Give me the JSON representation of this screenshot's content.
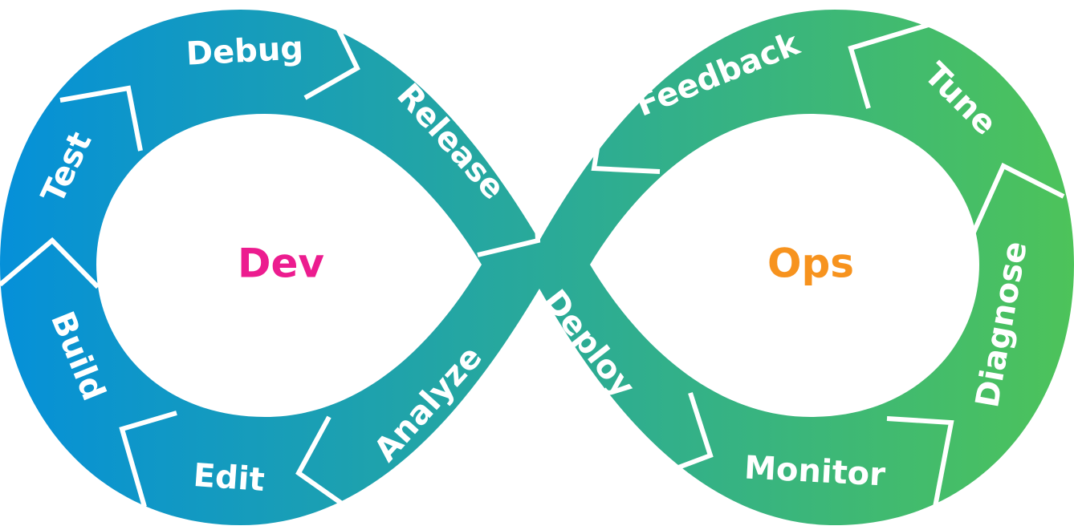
{
  "colors": {
    "gradient_start": "#0590d9",
    "gradient_end": "#4dc35a",
    "dev": "#ec1c8f",
    "ops": "#f7931e"
  },
  "center": {
    "dev": "Dev",
    "ops": "Ops"
  },
  "stages": {
    "debug": "Debug",
    "release": "Release",
    "test": "Test",
    "build": "Build",
    "edit": "Edit",
    "analyze": "Analyze",
    "deploy": "Deploy",
    "monitor": "Monitor",
    "diagnose": "Diagnose",
    "tune": "Tune",
    "feedback": "Feedback"
  }
}
